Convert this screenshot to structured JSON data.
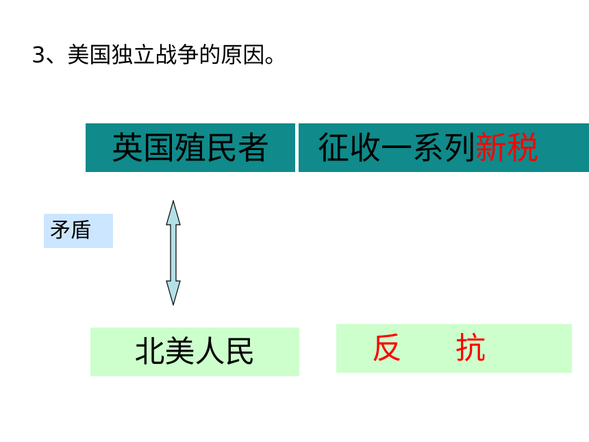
{
  "heading": "3、美国独立战争的原因。",
  "top_row": {
    "colonist": "英国殖民者",
    "tax_prefix": "征收一系列",
    "tax_highlight": "新税"
  },
  "conflict_label": "矛盾",
  "bottom_row": {
    "people": "北美人民",
    "resist_part1": "反",
    "resist_part2": "抗"
  },
  "colors": {
    "teal_box": "#108a8a",
    "highlight_red": "#ff0000",
    "conflict_box": "#cce6ff",
    "green_box": "#ccffcc",
    "arrow_fill": "#b3e0e6"
  },
  "icons": {
    "connector": "double-headed-vertical-arrow"
  }
}
